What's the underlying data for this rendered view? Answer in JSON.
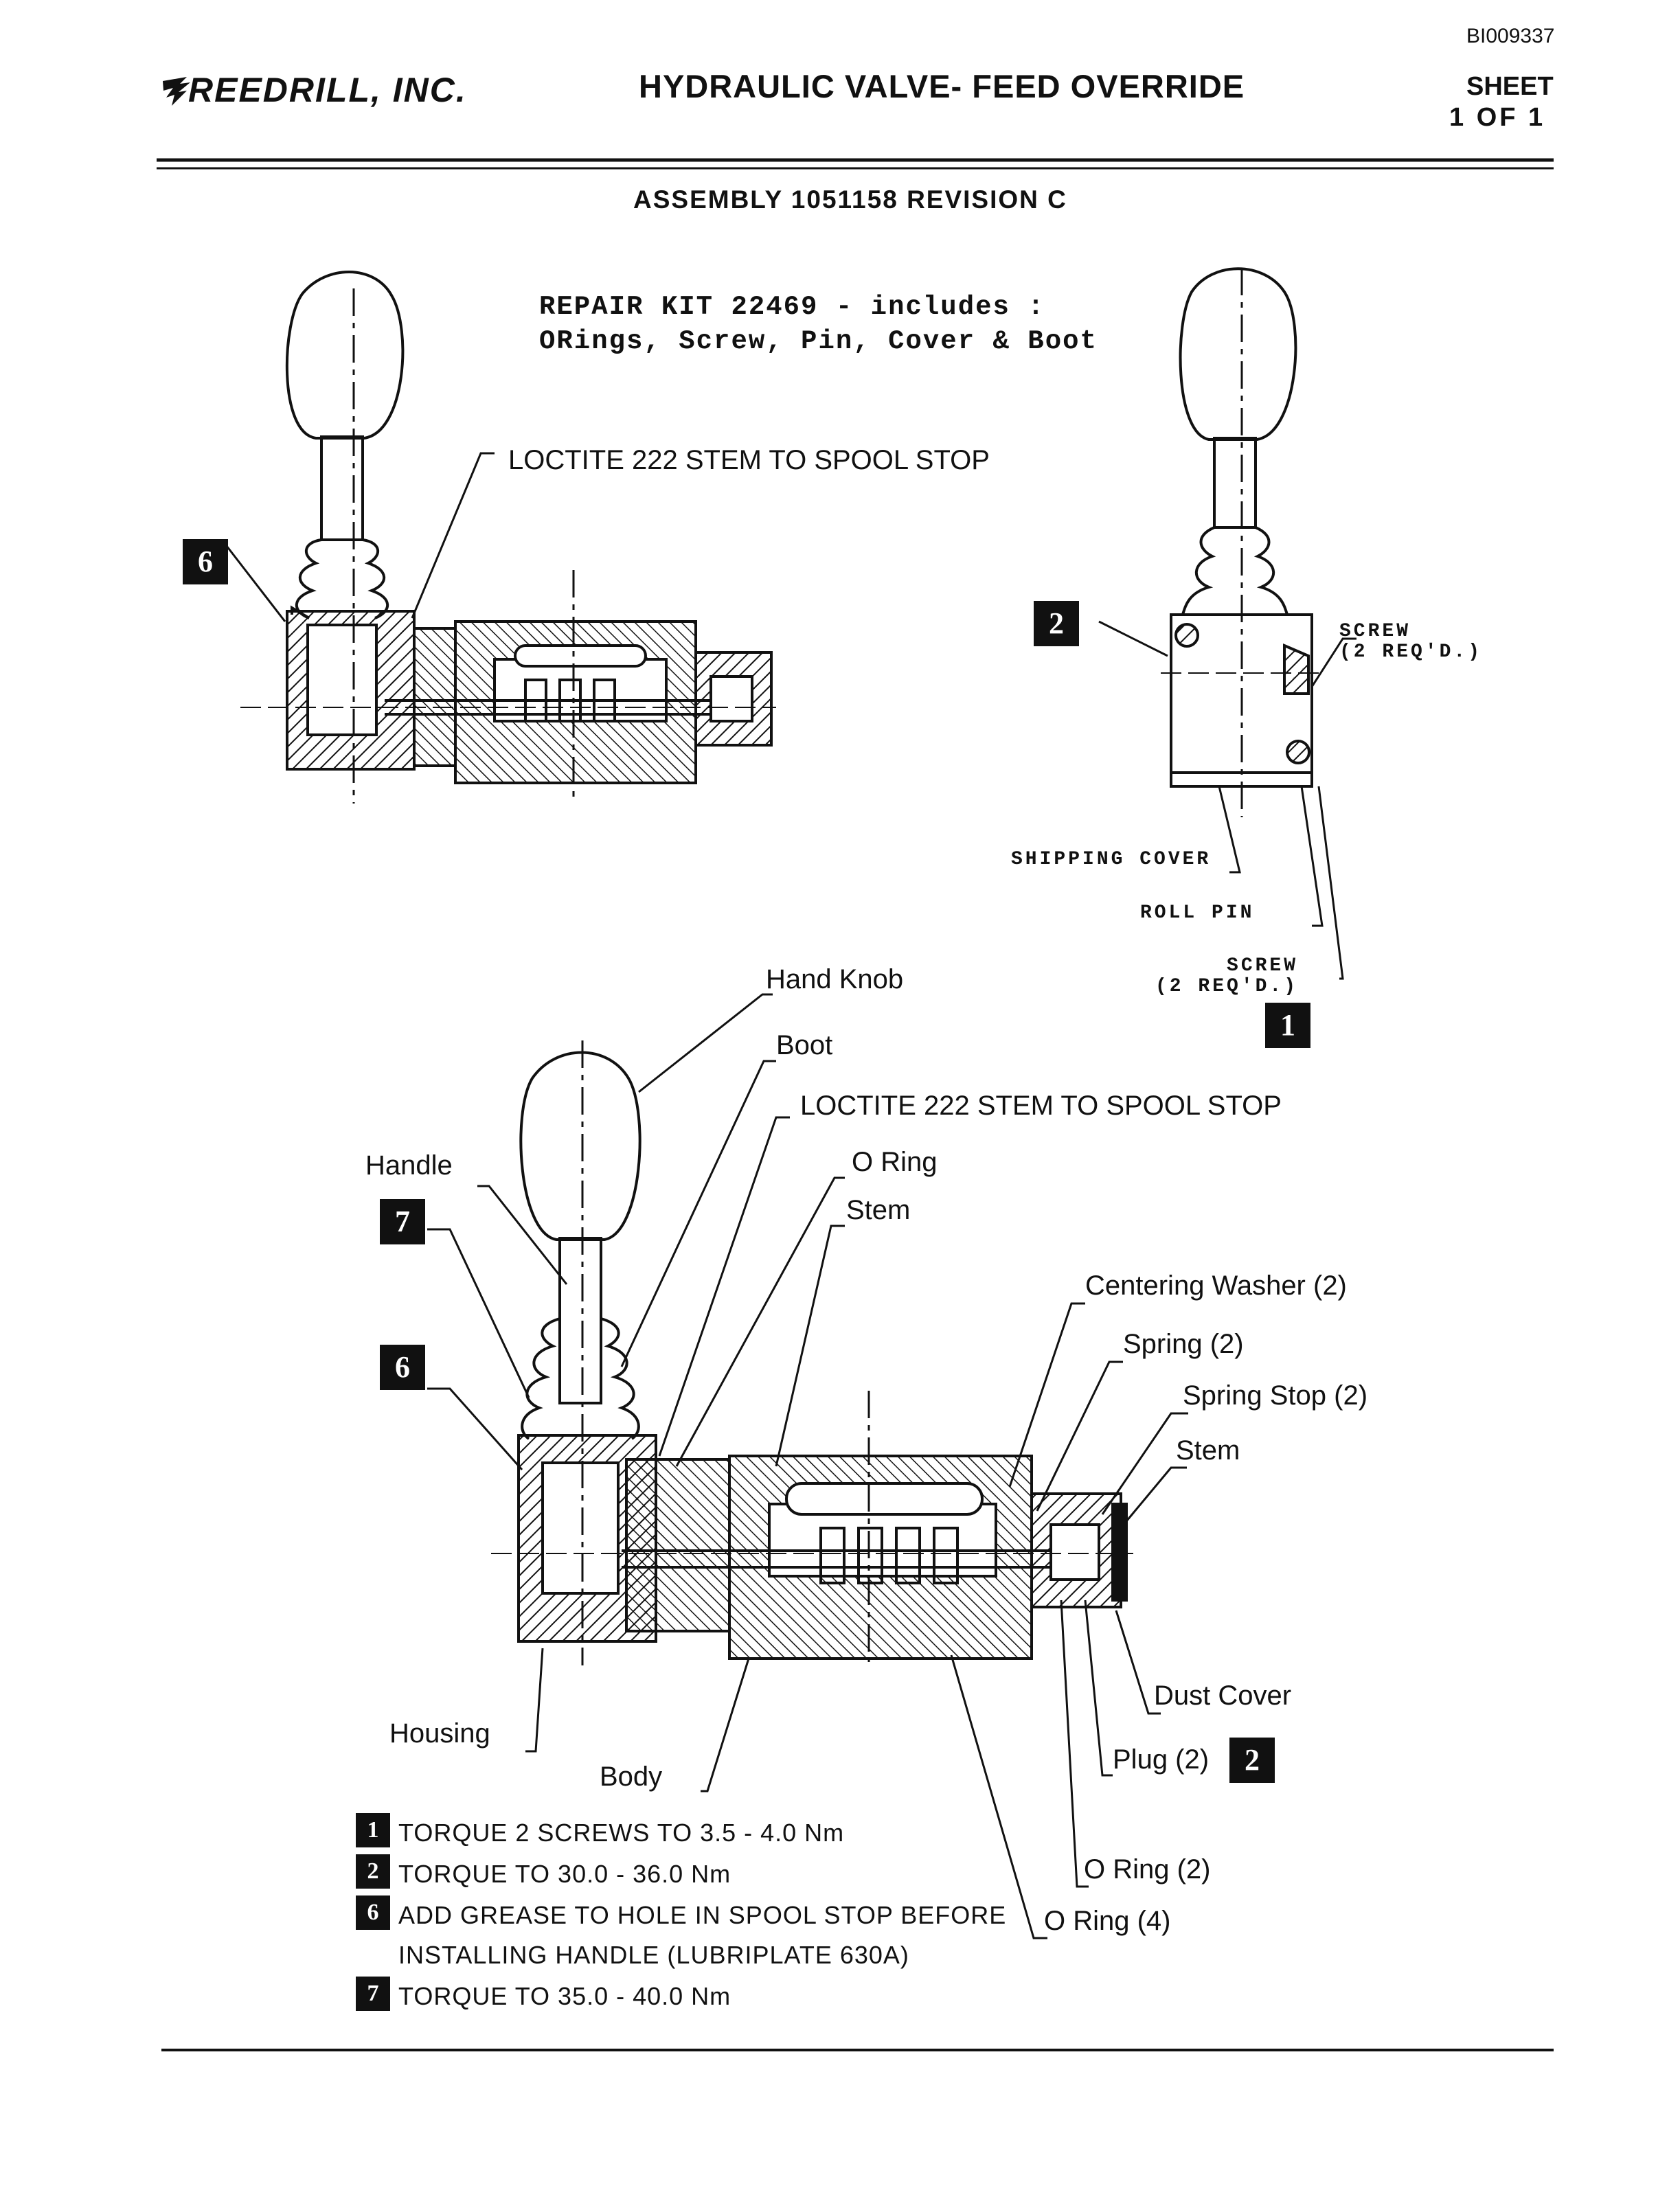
{
  "header": {
    "doc_id": "BI009337",
    "company": "REEDRILL, INC.",
    "title": "HYDRAULIC VALVE- FEED OVERRIDE",
    "sheet_label": "SHEET",
    "sheet_number": "1 OF 1",
    "assembly": "ASSEMBLY 1051158 REVISION C"
  },
  "repair_kit": {
    "line1": "REPAIR KIT 22469 - includes :",
    "line2": "ORings, Screw, Pin, Cover & Boot"
  },
  "top_view": {
    "loctite": "LOCTITE 222 STEM TO SPOOL STOP",
    "badge_grease": "6"
  },
  "side_view": {
    "badge_torque_plug": "2",
    "screw_top_1": "SCREW",
    "screw_top_2": "(2 REQ'D.)",
    "shipping_cover": "SHIPPING COVER",
    "roll_pin": "ROLL PIN",
    "screw_bottom_1": "SCREW",
    "screw_bottom_2": "(2 REQ'D.)",
    "badge_torque_screws": "1"
  },
  "main_view": {
    "hand_knob": "Hand Knob",
    "boot": "Boot",
    "loctite": "LOCTITE 222 STEM TO SPOOL STOP",
    "handle": "Handle",
    "o_ring": "O Ring",
    "stem_left": "Stem",
    "centering_washer": "Centering Washer (2)",
    "spring": "Spring (2)",
    "spring_stop": "Spring Stop (2)",
    "stem_right": "Stem",
    "dust_cover": "Dust Cover",
    "plug": "Plug (2)",
    "housing": "Housing",
    "body": "Body",
    "o_ring_2": "O Ring (2)",
    "o_ring_4": "O Ring (4)",
    "badge_handle": "7",
    "badge_grease": "6",
    "badge_plug": "2"
  },
  "notes": [
    {
      "badge": "1",
      "text": "TORQUE 2 SCREWS TO 3.5 - 4.0 Nm"
    },
    {
      "badge": "2",
      "text": "TORQUE TO 30.0 - 36.0 Nm"
    },
    {
      "badge": "6",
      "text": "ADD GREASE TO HOLE IN SPOOL STOP BEFORE"
    },
    {
      "badge": "",
      "text": "INSTALLING HANDLE (LUBRIPLATE 630A)"
    },
    {
      "badge": "7",
      "text": "TORQUE TO 35.0 - 40.0 Nm"
    }
  ]
}
